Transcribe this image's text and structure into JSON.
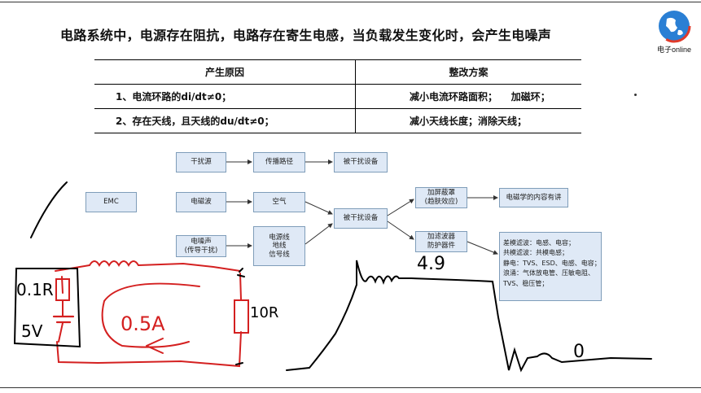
{
  "title": "电路系统中，电源存在阻抗，电路存在寄生电感，当负载发生变化时，会产生电噪声",
  "logo": {
    "text": "电子online",
    "icon": "globe-icon"
  },
  "table": {
    "headers": [
      "产生原因",
      "整改方案"
    ],
    "rows": [
      {
        "cause": "1、电流环路的di/dt≠0；",
        "fix": "减小电流环路面积；    加磁环；"
      },
      {
        "cause": "2、存在天线，且天线的du/dt≠0；",
        "fix": "减小天线长度；消除天线；"
      }
    ]
  },
  "diagram": {
    "emc": "EMC",
    "source": "干扰源",
    "path": "传播路径",
    "victim1": "被干扰设备",
    "em_wave": "电磁波",
    "air": "空气",
    "noise_line1": "电噪声",
    "noise_line2": "(传导干扰)",
    "lines_1": "电源线",
    "lines_2": "地线",
    "lines_3": "信号线",
    "victim2": "被干扰设备",
    "shield_1": "加屏蔽罩",
    "shield_2": "(趋肤效应)",
    "em_note": "电磁学的内容有讲",
    "filter_1": "加滤波器",
    "filter_2": "防护器件",
    "notes": [
      "差模滤波：电感、电容；",
      "共模滤波：共模电感；",
      "静电：TVS、ESD、电感、电容；",
      "浪涌：气体放电管、压敏电阻、",
      "TVS、稳压管；"
    ]
  },
  "handwriting": {
    "r_small": "0.1R",
    "voltage": "5V",
    "current": "0.5A",
    "r_load": "10R",
    "peak": "4.9",
    "low": "0"
  },
  "colors": {
    "box_fill": "#dfe9f6",
    "box_border": "#7f9db9",
    "ink_red": "#d42020",
    "ink_black": "#000000"
  }
}
